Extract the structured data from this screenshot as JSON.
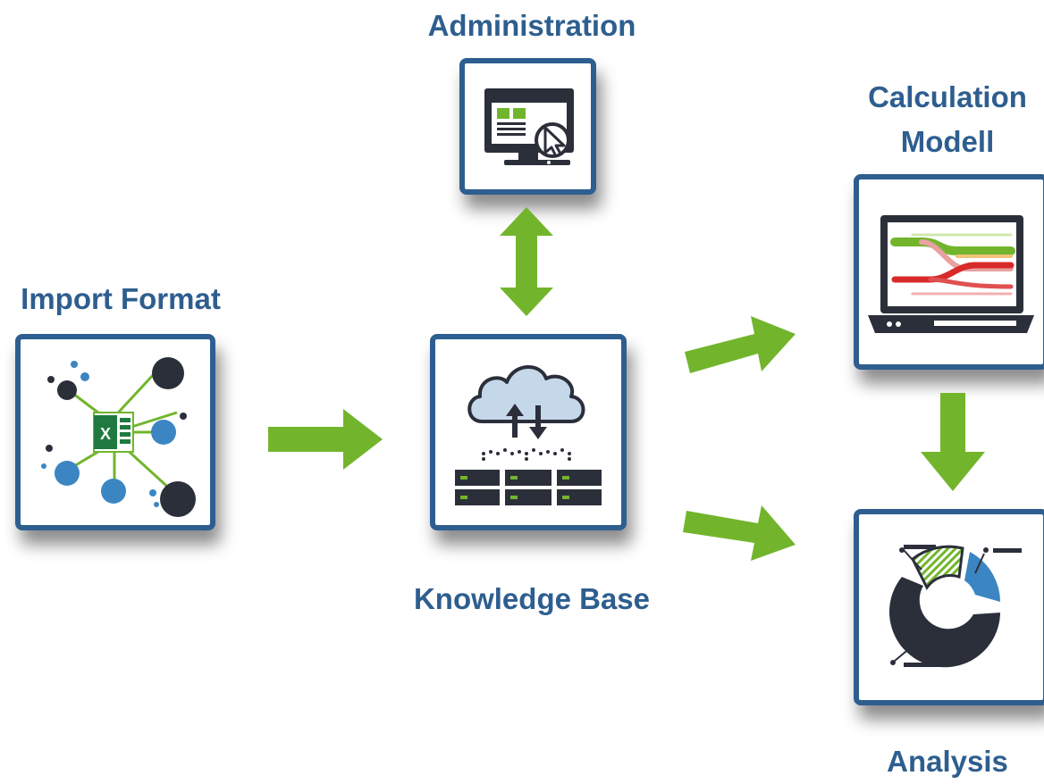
{
  "diagram": {
    "nodes": {
      "administration": {
        "label": "Administration",
        "icon": "computer-monitor-cursor-icon"
      },
      "import_format": {
        "label": "Import Format",
        "icon": "excel-network-icon"
      },
      "knowledge_base": {
        "label": "Knowledge Base",
        "icon": "cloud-server-icon"
      },
      "calculation_modell": {
        "label_line1": "Calculation",
        "label_line2": "Modell",
        "icon": "laptop-sankey-chart-icon"
      },
      "analysis": {
        "label": "Analysis",
        "icon": "donut-chart-icon"
      }
    },
    "colors": {
      "label": "#2e5e8f",
      "border": "#2e5e8f",
      "arrow": "#72b52c",
      "dark": "#2b2f3a",
      "blue": "#3b86c2"
    }
  }
}
